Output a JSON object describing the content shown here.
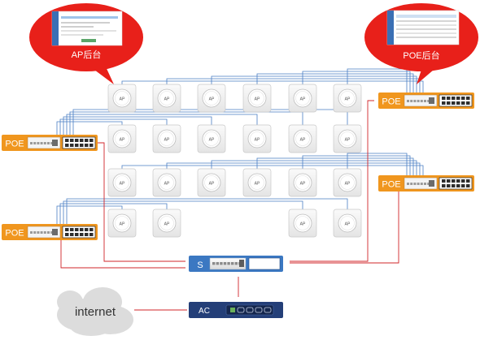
{
  "bubbles": {
    "ap_backend": "AP后台",
    "poe_backend": "POE后台"
  },
  "ap_label": "AP",
  "poe_label": "POE",
  "switch_label": "S",
  "ac_label": "AC",
  "internet_label": "internet",
  "colors": {
    "bubble_red": "#e8201a",
    "poe_orange": "#f0961e",
    "switch_blue": "#3b78c2",
    "ac_dark": "#243f78",
    "red_line": "#d0242a",
    "blue_line": "#4a7ec4",
    "cloud_gray": "#dcdcdc"
  }
}
